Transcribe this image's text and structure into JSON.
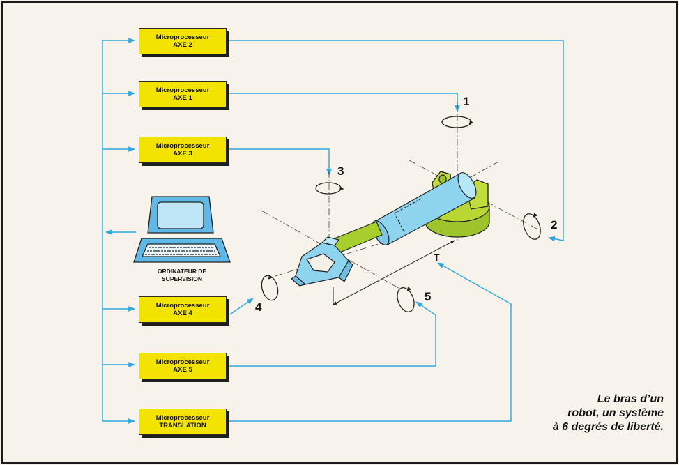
{
  "modules": [
    {
      "title": "Microprocesseur",
      "axis": "AXE 2"
    },
    {
      "title": "Microprocesseur",
      "axis": "AXE 1"
    },
    {
      "title": "Microprocesseur",
      "axis": "AXE 3"
    },
    {
      "title": "Microprocesseur",
      "axis": "AXE 4"
    },
    {
      "title": "Microprocesseur",
      "axis": "AXE 5"
    },
    {
      "title": "Microprocesseur",
      "axis": "TRANSLATION"
    }
  ],
  "computer": {
    "line1": "ORDINATEUR DE",
    "line2": "SUPERVISION"
  },
  "axis_numbers": {
    "a1": "1",
    "a2": "2",
    "a3": "3",
    "a4": "4",
    "a5": "5",
    "t": "T"
  },
  "caption": {
    "line1": "Le bras d’un",
    "line2": "robot, un système",
    "line3": "à 6 degrés de liberté."
  },
  "colors": {
    "wire": "#2ea8e0",
    "module": "#f3e400",
    "arm": "#8fd4ee",
    "base": "#b9d632",
    "rod": "#a6cf2e",
    "screen": "#5fb8e6"
  }
}
